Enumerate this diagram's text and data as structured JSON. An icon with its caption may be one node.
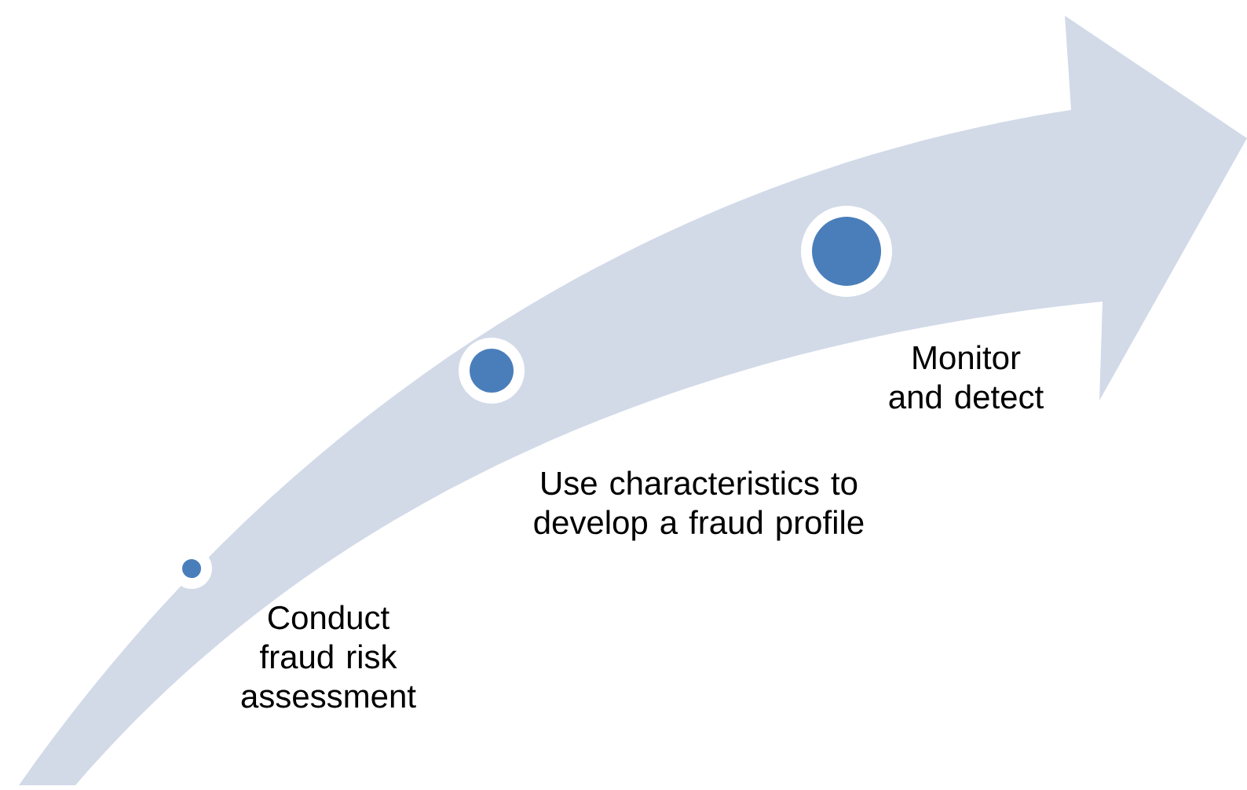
{
  "diagram": {
    "nodes": [
      {
        "text": [],
        "shape": "circle",
        "beside": [
          "Conduct fraud risk assessment"
        ]
      },
      {
        "text": [],
        "shape": "circle",
        "beside": [
          "Use characteristics to develop a fraud profile"
        ]
      },
      {
        "text": [],
        "shape": "circle",
        "beside": [
          "Monitor and detect"
        ]
      }
    ]
  }
}
